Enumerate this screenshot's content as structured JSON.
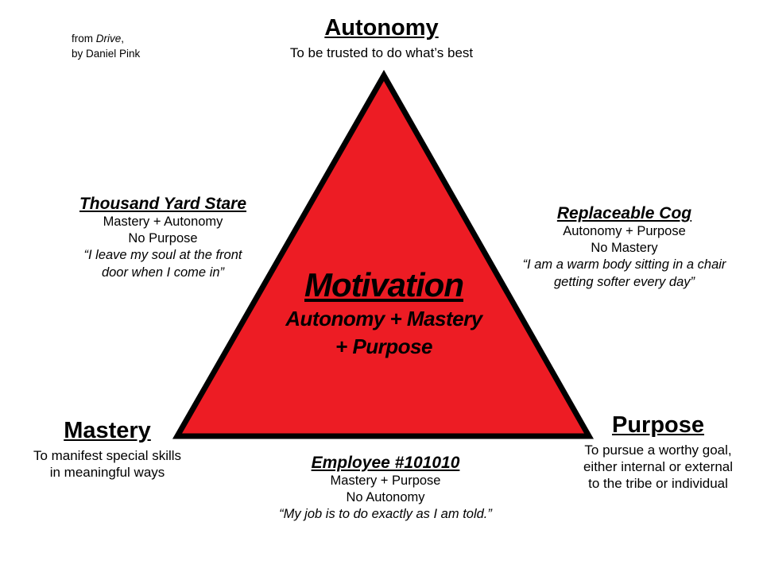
{
  "colors": {
    "triangle_fill": "#ed1c24",
    "triangle_stroke": "#000000",
    "background": "#ffffff"
  },
  "attribution": {
    "prefix": "from ",
    "book": "Drive",
    "suffix": ",",
    "line2": "by Daniel Pink"
  },
  "vertices": {
    "autonomy": {
      "title": "Autonomy",
      "subtitle": "To be trusted to do what’s best"
    },
    "mastery": {
      "title": "Mastery",
      "subtitle": "To manifest special skills in meaningful ways"
    },
    "purpose": {
      "title": "Purpose",
      "subtitle": "To pursue a worthy goal, either internal or external to the tribe or individual"
    }
  },
  "center": {
    "title": "Motivation",
    "formula1": "Autonomy + Mastery",
    "formula2": "+ Purpose"
  },
  "pairs": {
    "left": {
      "title": "Thousand Yard Stare",
      "has": "Mastery + Autonomy",
      "missing": "No Purpose",
      "quote1": "“I leave my soul at the front",
      "quote2": "door when I come in”"
    },
    "right": {
      "title": "Replaceable Cog",
      "has": "Autonomy + Purpose",
      "missing": "No Mastery",
      "quote1": "“I am a warm body sitting in a chair",
      "quote2": "getting softer every day”"
    },
    "bottom": {
      "title": "Employee #101010",
      "has": "Mastery + Purpose",
      "missing": "No Autonomy",
      "quote1": "“My job is to do exactly as I am told.”"
    }
  }
}
